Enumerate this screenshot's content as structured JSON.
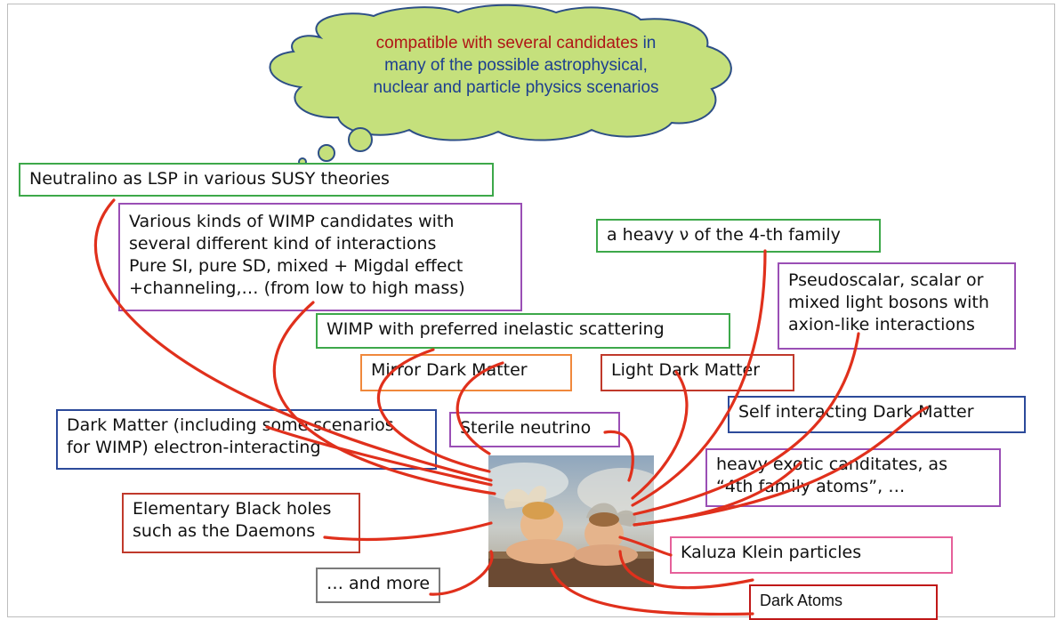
{
  "cloud": {
    "text_red": "compatible with several candidates",
    "text_blue_1": " in",
    "line_2": "many of the possible astrophysical,",
    "line_3": "nuclear and particle physics scenarios"
  },
  "colors": {
    "cloud_fill": "#c5e07c",
    "cloud_stroke": "#2d4f86",
    "arrow": "#e0301c",
    "cloud_text_blue": "#1d3f8f",
    "cloud_text_red": "#b01616",
    "border_green": "#3da84a",
    "border_purple": "#9a4fb5",
    "border_orange": "#f0883c",
    "border_blue": "#2c4a9a",
    "border_red": "#c0392b",
    "border_pink": "#e6609a",
    "border_gray": "#7a7a7a",
    "border_darkred": "#c01818"
  },
  "labels": {
    "neutralino": "Neutralino as LSP in various SUSY theories",
    "wimp_line1": "Various kinds of WIMP candidates with",
    "wimp_line2": "several different kind of interactions",
    "wimp_line3": "Pure SI, pure SD, mixed + Migdal effect",
    "wimp_line4": "+channeling,… (from low to high mass)",
    "heavy_nu": "a heavy ν of the 4-th family",
    "pseudo_line1": "Pseudoscalar, scalar or",
    "pseudo_line2": "mixed light bosons with",
    "pseudo_line3": "axion-like interactions",
    "wimp_inelastic": "WIMP with preferred inelastic scattering",
    "mirror": "Mirror Dark Matter",
    "light": "Light Dark Matter",
    "self_interacting": "Self interacting Dark Matter",
    "dm_electron_line1": "Dark Matter (including some scenarios",
    "dm_electron_line2": "for WIMP) electron-interacting",
    "sterile": "Sterile neutrino",
    "heavy_exotic_line1": "heavy exotic canditates, as",
    "heavy_exotic_line2": "“4th family atoms”, …",
    "black_holes_line1": "Elementary Black holes",
    "black_holes_line2": "such as the Daemons",
    "kaluza": "Kaluza Klein particles",
    "and_more": "… and more",
    "dark_atoms": "Dark Atoms"
  }
}
